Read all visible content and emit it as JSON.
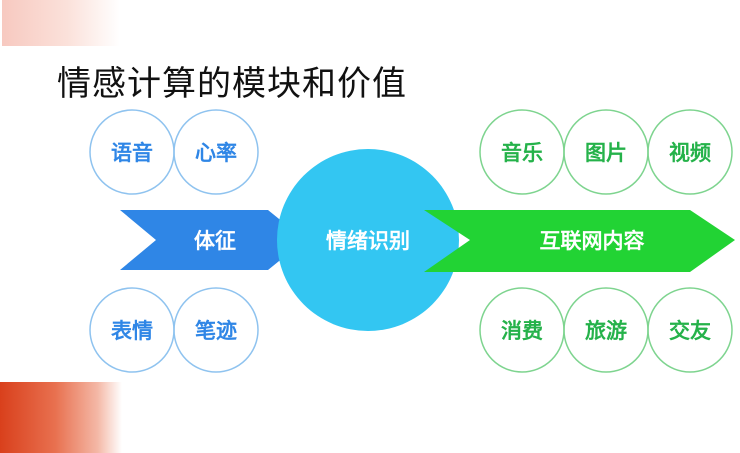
{
  "title": "情感计算的模块和价值",
  "left_group": {
    "top_items": [
      "语音",
      "心率"
    ],
    "bottom_items": [
      "表情",
      "笔迹"
    ],
    "arrow_label": "体征"
  },
  "center": {
    "label": "情绪识别"
  },
  "right_group": {
    "top_items": [
      "音乐",
      "图片",
      "视频"
    ],
    "bottom_items": [
      "消费",
      "旅游",
      "交友"
    ],
    "arrow_label": "互联网内容"
  },
  "colors": {
    "blue_arrow": "#2f86e6",
    "center_circle": "#33c6f2",
    "green_arrow": "#22d334",
    "blue_outline": "#8fc3ef",
    "green_outline": "#7ed48f"
  }
}
